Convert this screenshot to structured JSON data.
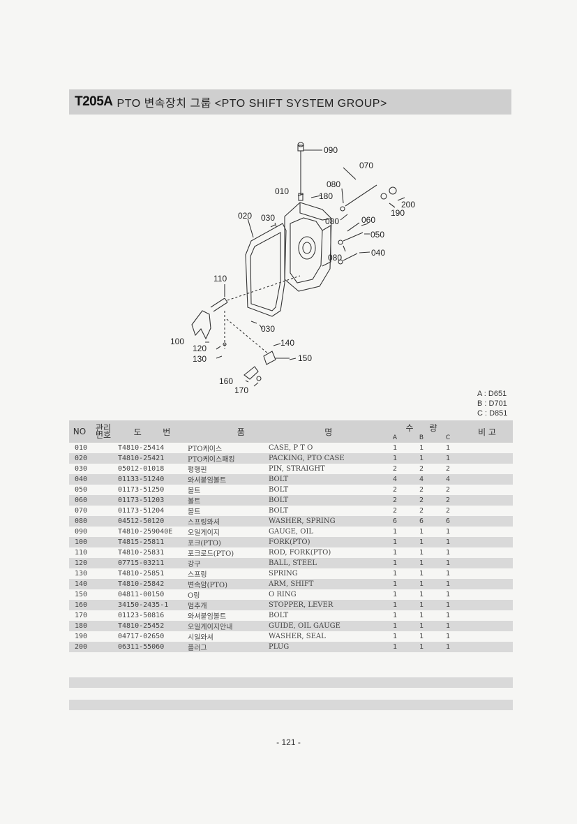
{
  "header": {
    "code": "T205A",
    "title": "PTO 변속장치 그룹 <PTO SHIFT SYSTEM GROUP>"
  },
  "diagram": {
    "callouts": [
      "090",
      "070",
      "080",
      "010",
      "180",
      "200",
      "190",
      "020",
      "030",
      "080",
      "060",
      "050",
      "080",
      "040",
      "110",
      "030",
      "100",
      "140",
      "120",
      "130",
      "150",
      "160",
      "170"
    ]
  },
  "legend": [
    "A : D651",
    "B : D701",
    "C : D851"
  ],
  "table": {
    "headers": {
      "no": "NO",
      "mgmt": "관리\n번호",
      "drawing": "도        번",
      "name": "품                              명",
      "qty": "수      량",
      "qty_a": "A",
      "qty_b": "B",
      "qty_c": "C",
      "remark": "비 고"
    },
    "rows": [
      {
        "no": "010",
        "part": "T4810-25414",
        "kname": "PTO케이스",
        "ename": "CASE, P T O",
        "a": "1",
        "b": "1",
        "c": "1"
      },
      {
        "no": "020",
        "part": "T4810-25421",
        "kname": "PTO케이스패킹",
        "ename": "PACKING, PTO CASE",
        "a": "1",
        "b": "1",
        "c": "1"
      },
      {
        "no": "030",
        "part": "05012-01018",
        "kname": "평행핀",
        "ename": "PIN, STRAIGHT",
        "a": "2",
        "b": "2",
        "c": "2"
      },
      {
        "no": "040",
        "part": "01133-51240",
        "kname": "와셔붙임볼트",
        "ename": "BOLT",
        "a": "4",
        "b": "4",
        "c": "4"
      },
      {
        "no": "050",
        "part": "01173-51250",
        "kname": "볼트",
        "ename": "BOLT",
        "a": "2",
        "b": "2",
        "c": "2"
      },
      {
        "no": "060",
        "part": "01173-51203",
        "kname": "볼트",
        "ename": "BOLT",
        "a": "2",
        "b": "2",
        "c": "2"
      },
      {
        "no": "070",
        "part": "01173-51204",
        "kname": "볼트",
        "ename": "BOLT",
        "a": "2",
        "b": "2",
        "c": "2"
      },
      {
        "no": "080",
        "part": "04512-50120",
        "kname": "스프링와셔",
        "ename": "WASHER, SPRING",
        "a": "6",
        "b": "6",
        "c": "6"
      },
      {
        "no": "090",
        "part": "T4810-259040E",
        "kname": "오일게이지",
        "ename": "GAUGE, OIL",
        "a": "1",
        "b": "1",
        "c": "1"
      },
      {
        "no": "100",
        "part": "T4815-25811",
        "kname": "포크(PTO)",
        "ename": "FORK(PTO)",
        "a": "1",
        "b": "1",
        "c": "1"
      },
      {
        "no": "110",
        "part": "T4810-25831",
        "kname": "포크로드(PTO)",
        "ename": "ROD, FORK(PTO)",
        "a": "1",
        "b": "1",
        "c": "1"
      },
      {
        "no": "120",
        "part": "07715-03211",
        "kname": "강구",
        "ename": "BALL, STEEL",
        "a": "1",
        "b": "1",
        "c": "1"
      },
      {
        "no": "130",
        "part": "T4810-25851",
        "kname": "스프링",
        "ename": "SPRING",
        "a": "1",
        "b": "1",
        "c": "1"
      },
      {
        "no": "140",
        "part": "T4810-25842",
        "kname": "변속암(PTO)",
        "ename": "ARM, SHIFT",
        "a": "1",
        "b": "1",
        "c": "1"
      },
      {
        "no": "150",
        "part": "04811-00150",
        "kname": "O링",
        "ename": "O RING",
        "a": "1",
        "b": "1",
        "c": "1"
      },
      {
        "no": "160",
        "part": "34150-2435-1",
        "kname": "멈추개",
        "ename": "STOPPER, LEVER",
        "a": "1",
        "b": "1",
        "c": "1"
      },
      {
        "no": "170",
        "part": "01123-50816",
        "kname": "와셔붙임볼트",
        "ename": "BOLT",
        "a": "1",
        "b": "1",
        "c": "1"
      },
      {
        "no": "180",
        "part": "T4810-25452",
        "kname": "오일게이지안내",
        "ename": "GUIDE, OIL GAUGE",
        "a": "1",
        "b": "1",
        "c": "1"
      },
      {
        "no": "190",
        "part": "04717-02650",
        "kname": "시일와셔",
        "ename": "WASHER, SEAL",
        "a": "1",
        "b": "1",
        "c": "1"
      },
      {
        "no": "200",
        "part": "06311-55060",
        "kname": "플러그",
        "ename": "PLUG",
        "a": "1",
        "b": "1",
        "c": "1"
      }
    ]
  },
  "footer": {
    "page": "- 121 -"
  }
}
